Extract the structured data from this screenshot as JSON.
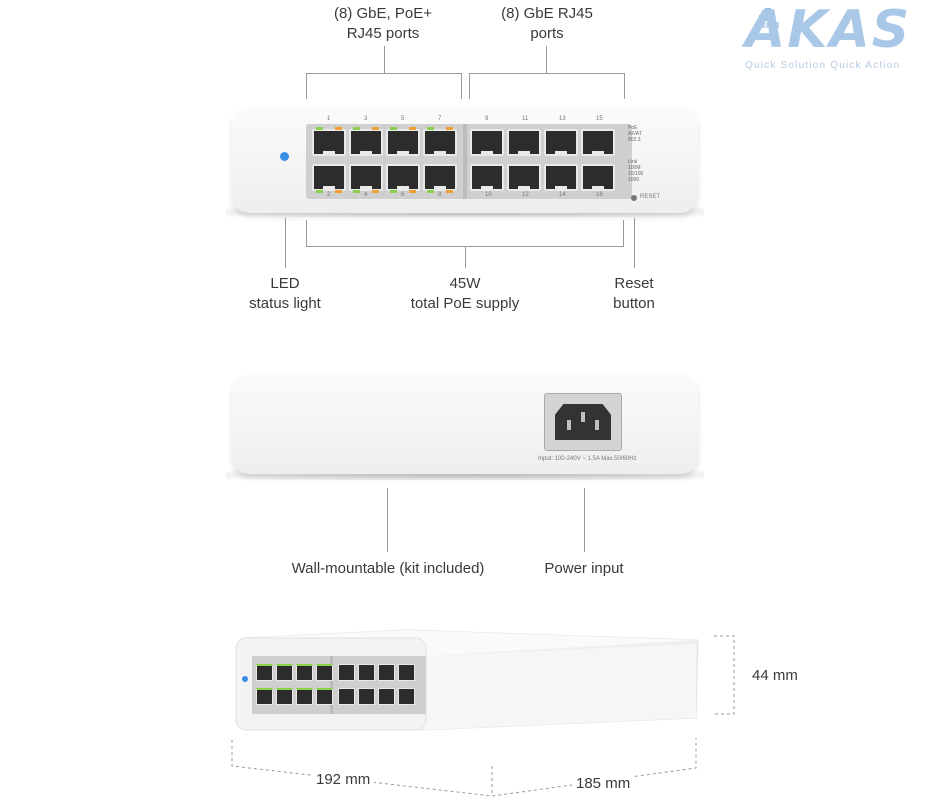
{
  "brand": {
    "logo_text": "AKAS",
    "tagline": "Quick Solution Quick Action"
  },
  "callouts": {
    "poe_ports": [
      "(8) GbE, PoE+",
      "RJ45 ports"
    ],
    "rj45_ports": [
      "(8) GbE RJ45",
      "ports"
    ],
    "led": [
      "LED",
      "status light"
    ],
    "poe_supply": [
      "45W",
      "total PoE supply"
    ],
    "reset": [
      "Reset",
      "button"
    ],
    "wall_mount": "Wall-mountable (kit included)",
    "power_input": "Power input"
  },
  "device_front": {
    "top_port_numbers": [
      "1",
      "3",
      "5",
      "7",
      "9",
      "11",
      "13",
      "15"
    ],
    "bottom_port_numbers": [
      "2",
      "4",
      "6",
      "8",
      "10",
      "12",
      "14",
      "16"
    ],
    "legend_poe": [
      "PoE",
      "AF/AT",
      "802.3"
    ],
    "legend_link": [
      "Link",
      "100M",
      "10/100",
      "1000"
    ],
    "reset_label": "RESET"
  },
  "device_back": {
    "input_spec": "Input: 100-240V ~ 1.5A Max,50/60Hz"
  },
  "dimensions": {
    "height": "44 mm",
    "width": "192 mm",
    "depth": "185 mm"
  },
  "colors": {
    "led_blue": "#3a8ee8",
    "port_green": "#8bd14a",
    "port_orange": "#f0a030",
    "logo": "#a9c7e6"
  }
}
